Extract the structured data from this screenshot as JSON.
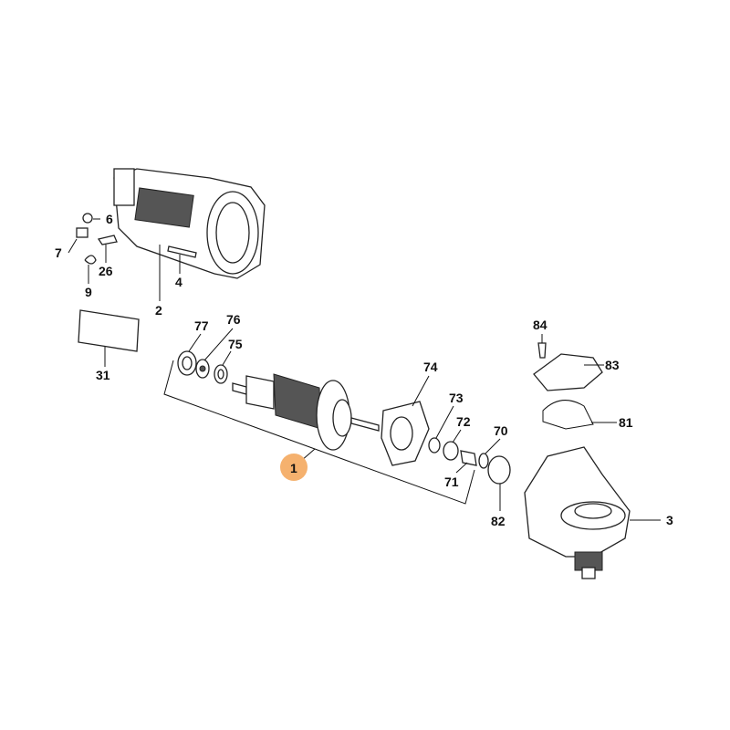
{
  "diagram": {
    "highlight_color": "#f5b16e",
    "highlighted_part": "1",
    "labels": {
      "p6": "6",
      "p7": "7",
      "p26": "26",
      "p9": "9",
      "p2": "2",
      "p4": "4",
      "p31": "31",
      "p77": "77",
      "p76": "76",
      "p75": "75",
      "p74": "74",
      "p73": "73",
      "p72": "72",
      "p70": "70",
      "p71": "71",
      "p1": "1",
      "p82": "82",
      "p84": "84",
      "p83": "83",
      "p81": "81",
      "p3": "3"
    }
  }
}
